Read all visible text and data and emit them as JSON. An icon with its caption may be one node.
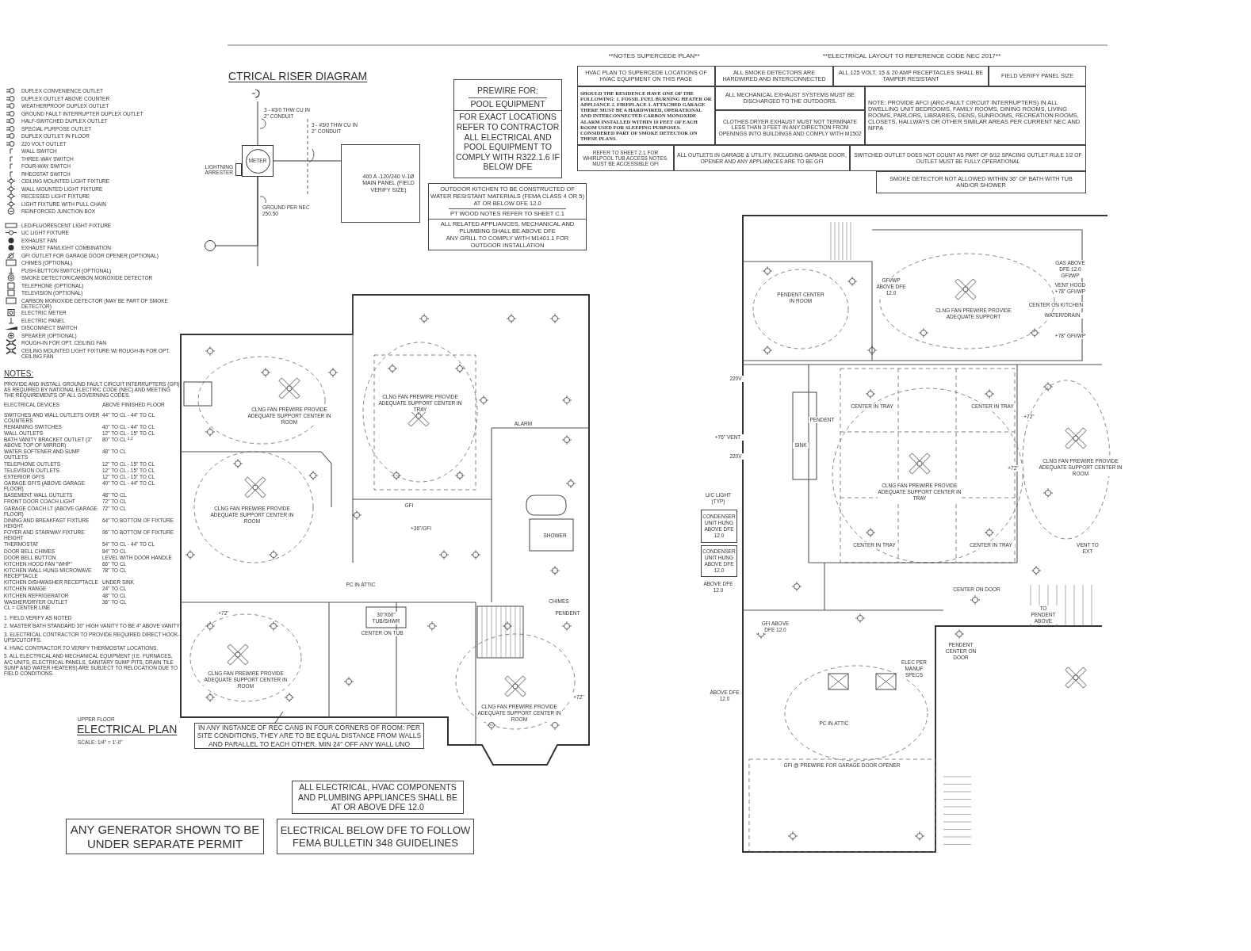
{
  "diagram": {
    "nodes": [
      {
        "text": [
          "METER"
        ]
      },
      {
        "text": [
          "400 A -120/240 V-1Ø MAIN PANEL (FIELD VERIFY SIZE)"
        ]
      },
      {
        "text": [],
        "shape": "box",
        "beside": [
          "LIGHTNING ARRESTER"
        ]
      },
      {
        "text": [],
        "shape": "circle"
      },
      {
        "text": [
          "PREWIRE FOR:",
          "POOL EQUIPMENT",
          "FOR EXACT LOCATIONS REFER TO CONTRACTOR",
          "ALL ELECTRICAL AND POOL EQUIPMENT TO COMPLY WITH R322.1.6 IF BELOW DFE"
        ]
      },
      {
        "text": [
          "OUTDOOR KITCHEN TO BE CONSTRUCTED OF WATER RESISTANT MATERIALS (FEMA CLASS 4 OR 5) AT OR BELOW DFE 12.0",
          "PT WOOD NOTES REFER TO SHEET C.1",
          "ALL RELATED APPLIANCES, MECHANICAL AND PLUMBING SHALL BE ABOVE DFE",
          "ANY GRILL TO COMPLY WITH M1401.1 FOR OUTDOOR INSTALLATION"
        ]
      },
      {
        "text": [
          "IN ANY INSTANCE OF REC CANS IN FOUR CORNERS OF ROOM: PER SITE CONDITIONS, THEY ARE TO BE EQUAL DISTANCE FROM WALLS AND PARALLEL TO EACH OTHER. MIN 24\" OFF ANY WALL UNO"
        ]
      },
      {
        "text": [
          "ALL ELECTRICAL, HVAC COMPONENTS AND PLUMBING APPLIANCES SHALL BE AT OR ABOVE DFE 12.0"
        ]
      },
      {
        "text": [
          "ANY GENERATOR SHOWN TO BE UNDER SEPARATE PERMIT"
        ]
      },
      {
        "text": [
          "ELECTRICAL BELOW DFE TO FOLLOW FEMA BULLETIN 348 GUIDELINES"
        ]
      },
      {
        "text": [
          "CONDENSER UNIT HUNG ABOVE DFE 12.0"
        ]
      },
      {
        "text": [
          "CONDENSER UNIT HUNG ABOVE DFE 12.0"
        ]
      }
    ],
    "edges": [
      {
        "from": 0,
        "to": 1,
        "arrow": "none"
      },
      {
        "from": 0,
        "to": 3,
        "arrow": "none"
      },
      {
        "from": 6,
        "to": null,
        "arrow": "none"
      }
    ],
    "labels": [
      "**NOTES SUPERCEDE PLAN**",
      "**ELECTRICAL LAYOUT TO REFERENCE CODE NEC 2017**",
      "HVAC PLAN TO SUPERCEDE LOCATIONS OF HVAC EQUIPMENT ON THIS PAGE",
      "ALL SMOKE DETECTORS ARE HARDWIRED AND INTERCONNECTED",
      "ALL 125 VOLT, 15 & 20 AMP RECEPTACLES SHALL BE TAMPER RESISTANT",
      "FIELD VERIFY PANEL SIZE",
      "SHOULD THE RESIDENCE HAVE ONE OF THE FOLLOWING: 1. FOSSIL FUEL BURNING HEATER OR APPLIANCE 2. FIREPLACE 3. ATTACHED GARAGE THERE MUST BE A HARDWIRED, OPERATIONAL AND INTERCONNECTED CARBON MONOXIDE ALARM INSTALLED WITHIN 10 FEET OF EACH ROOM USED FOR SLEEPING PURPOSES. CONSIDERED PART OF SMOKE DETECTOR ON THESE PLANS.",
      "ALL MECHANICAL EXHAUST SYSTEMS MUST BE DISCHARGED TO THE OUTDOORS.",
      "CLOTHES DRYER EXHAUST MUST NOT TERMINATE LESS THAN 3 FEET IN ANY DIRECTION FROM OPENINGS INTO BUILDINGS AND COMPLY WITH M1502",
      "NOTE: PROVIDE AFCI (ARC-FAULT CIRCUIT INTERRUPTERS) IN ALL DWELLING UNIT BEDROOMS, FAMILY ROOMS, DINING ROOMS, LIVING ROOMS, PARLORS, LIBRARIES, DENS, SUNROOMS, RECREATION ROOMS, CLOSETS, HALLWAYS OR OTHER SIMILAR AREAS PER CURRENT NEC AND NFPA",
      "REFER TO SHEET 2.1 FOR WHIRLPOOL TUB ACCESS NOTES. MUST BE ACCESSIBLE GFI",
      "ALL OUTLETS IN GARAGE & UTILITY, INCLUDING GARAGE DOOR, OPENER AND ANY APPLIANCES ARE TO BE GFI",
      "SWITCHED OUTLET DOES NOT COUNT AS PART OF 6/12 SPACING OUTLET RULE 1/2 OF OUTLET MUST BE FULLY OPERATIONAL",
      "SMOKE DETECTOR NOT ALLOWED WITHIN 36\" OF BATH WITH TUB AND/OR SHOWER",
      "CTRICAL RISER DIAGRAM",
      "3 - #3/0 THW CU IN 2\" CONDUIT",
      "3 - #3/0 THW CU IN 2\" CONDUIT",
      "GROUND PER NEC 250.50",
      "NOTES:",
      "PROVIDE AND INSTALL GROUND FAULT CIRCUIT INTERRUPTERS (GFI) AS REQUIRED BY NATIONAL ELECTRIC CODE (NEC) AND MEETING THE REQUIREMENTS OF ALL GOVERNING CODES.",
      "ELECTRICAL DEVICES",
      "ABOVE FINISHED FLOOR",
      "SWITCHES AND WALL OUTLETS OVER COUNTERS",
      "44\" TO CL - 44\" TO CL",
      "REMAINING SWITCHES",
      "40\" TO CL - 44\" TO CL",
      "WALL OUTLETS",
      "12\" TO CL - 15\" TO CL",
      "BATH VANITY BRACKET OUTLET (3\" ABOVE TOP OF MIRROR)",
      "80\" TO CL $^{1,2}$",
      "WATER SOFTENER AND SUMP OUTLETS",
      "48\" TO CL",
      "TELEPHONE OUTLETS",
      "12\" TO CL - 15\" TO CL",
      "TELEVISION OUTLETS",
      "12\" TO CL - 15\" TO CL",
      "EXTERIOR GFI'S",
      "12\" TO CL - 15\" TO CL",
      "GARAGE GFI'S (ABOVE GARAGE FLOOR)",
      "40\" TO CL - 44\" TO CL",
      "BASEMENT WALL OUTLETS",
      "48\" TO CL",
      "FRONT DOOR COACH LIGHT",
      "72\" TO CL",
      "GARAGE COACH LT (ABOVE GARAGE FLOOR)",
      "72\" TO CL",
      "DINING AND BREAKFAST FIXTURE HEIGHT",
      "64\" TO BOTTOM OF FIXTURE",
      "FOYER AND STAIRWAY FIXTURE HEIGHT",
      "96\" TO BOTTOM OF FIXTURE",
      "THERMOSTAT",
      "54\" TO CL - 44\" TO CL",
      "DOOR BELL CHIMES",
      "84\" TO CL",
      "DOOR BELL BUTTON",
      "LEVEL WITH DOOR HANDLE",
      "KITCHEN HOOD FAN \"WHP\"",
      "66\" TO CL",
      "KITCHEN WALL HUNG MICROWAVE RECEPTACLE",
      "78\" TO CL",
      "KITCHEN DISHWASHER RECEPTACLE",
      "UNDER SINK",
      "KITCHEN RANGE",
      "24\" TO CL",
      "KITCHEN REFRIGERATOR",
      "48\" TO CL",
      "WASHER/DRYER OUTLET",
      "36\" TO CL",
      "CL = CENTER LINE",
      "1. FIELD VERIFY AS NOTED",
      "2. MASTER BATH STANDARD 30\" HIGH VANITY TO BE 4\" ABOVE VANITY",
      "3. ELECTRICAL CONTRACTOR TO PROVIDE REQUIRED DIRECT HOOK-UPS/CUTOFFS.",
      "4. HVAC CONTRACTOR TO VERIFY THERMOSTAT LOCATIONS.",
      "5. ALL ELECTRICAL AND MECHANICAL EQUIPMENT (I.E. FURNACES, A/C UNITS, ELECTRICAL PANELS, SANITARY SUMP PITS, DRAIN TILE SUMP AND WATER HEATERS) ARE SUBJECT TO RELOCATION DUE TO FIELD CONDITIONS.",
      "UPPER FLOOR",
      "ELECTRICAL PLAN",
      "SCALE: 1/4\" = 1'-0\"",
      "CLNG FAN PREWIRE PROVIDE ADEQUATE SUPPORT CENTER IN ROOM",
      "CLNG FAN PREWIRE PROVIDE ADEQUATE SUPPORT CENTER IN TRAY",
      "ALARM",
      "CLNG FAN PREWIRE PROVIDE ADEQUATE SUPPORT CENTER IN ROOM",
      "GFI",
      "+36\"/GFI",
      "SHOWER",
      "PC IN ATTIC",
      "30\"X60\" TUB/SHWR",
      "CENTER ON TUB",
      "CHIMES",
      "PENDENT",
      "CLNG FAN PREWIRE PROVIDE ADEQUATE SUPPORT CENTER IN ROOM",
      "CLNG FAN PREWIRE PROVIDE ADEQUATE SUPPORT CENTER IN ROOM",
      "+72\"",
      "+72\"",
      "PENDENT CENTER IN ROOM",
      "GFI/WP ABOVE DFE 12.0",
      "CLNG FAN PREWIRE PROVIDE ADEQUATE SUPPORT",
      "GAS ABOVE DFE 12.0 GFI/WP",
      "VENT HOOD +78\" GFI/WP",
      "CENTER ON KITCHEN",
      "WATER/DRAIN",
      "+78\" GFI/WP",
      "CENTER IN TRAY",
      "CENTER IN TRAY",
      "CLNG FAN PREWIRE PROVIDE ADEQUATE SUPPORT CENTER IN TRAY",
      "CENTER IN TRAY",
      "CENTER IN TRAY",
      "+72\"",
      "+72\"",
      "CLNG FAN PREWIRE PROVIDE ADEQUATE SUPPORT CENTER IN ROOM",
      "VENT TO EXT",
      "CENTER ON DOOR",
      "TO PENDENT ABOVE",
      "U/C LIGHT (TYP)",
      "ABOVE DFE 12.0",
      "PENDENT",
      "SINK",
      "PC IN ATTIC",
      "GFI @ PREWIRE FOR GARAGE DOOR OPENER",
      "ELEC PER MANUF SPECS",
      "PENDENT CENTER ON DOOR",
      "GFI ABOVE DFE 12.0",
      "220V",
      "+76\" VENT",
      "220V",
      "ABOVE DFE 12.0"
    ],
    "legend": [
      {
        "text": "DUPLEX CONVENIENCE OUTLET"
      },
      {
        "text": "DUPLEX OUTLET ABOVE COUNTER"
      },
      {
        "text": "WEATHERPROOF DUPLEX OUTLET"
      },
      {
        "text": "GROUND FAULT INTERRUPTER DUPLEX OUTLET"
      },
      {
        "text": "HALF-SWITCHED DUPLEX OUTLET"
      },
      {
        "text": "SPECIAL PURPOSE OUTLET"
      },
      {
        "text": "DUPLEX OUTLET IN FLOOR"
      },
      {
        "text": "220 VOLT OUTLET"
      },
      {
        "text": "WALL SWITCH"
      },
      {
        "text": "THREE-WAY SWITCH"
      },
      {
        "text": "FOUR-WAY SWITCH"
      },
      {
        "text": "RHEOSTAT SWITCH"
      },
      {
        "text": "CEILING MOUNTED LIGHT FIXTURE"
      },
      {
        "text": "WALL MOUNTED LIGHT FIXTURE"
      },
      {
        "text": "RECESSED LIGHT FIXTURE"
      },
      {
        "text": "LIGHT FIXTURE WITH PULL CHAIN"
      },
      {
        "text": "REINFORCED JUNCTION BOX"
      },
      {
        "text": "LED/FLUORESCENT LIGHT FIXTURE"
      },
      {
        "text": "UC LIGHT FIXTURE"
      },
      {
        "text": "EXHAUST FAN"
      },
      {
        "text": "EXHAUST FAN/LIGHT COMBINATION"
      },
      {
        "text": "GFI OUTLET FOR GARAGE DOOR OPENER (OPTIONAL)"
      },
      {
        "text": "CHIMES (OPTIONAL)"
      },
      {
        "text": "PUSH-BUTTON SWITCH (OPTIONAL)"
      },
      {
        "text": "SMOKE DETECTOR/CARBON MONOXIDE DETECTOR"
      },
      {
        "text": "TELEPHONE (OPTIONAL)"
      },
      {
        "text": "TELEVISION (OPTIONAL)"
      },
      {
        "text": "CARBON MONOXIDE DETECTOR (MAY BE PART OF SMOKE DETECTOR)"
      },
      {
        "text": "ELECTRIC METER"
      },
      {
        "text": "ELECTRIC PANEL"
      },
      {
        "text": "DISCONNECT SWITCH"
      },
      {
        "text": "SPEAKER (OPTIONAL)"
      },
      {
        "text": "ROUGH-IN FOR OPT. CEILING FAN"
      },
      {
        "text": "CEILING MOUNTED LIGHT FIXTURE W/ ROUGH-IN FOR OPT. CEILING FAN"
      }
    ]
  }
}
